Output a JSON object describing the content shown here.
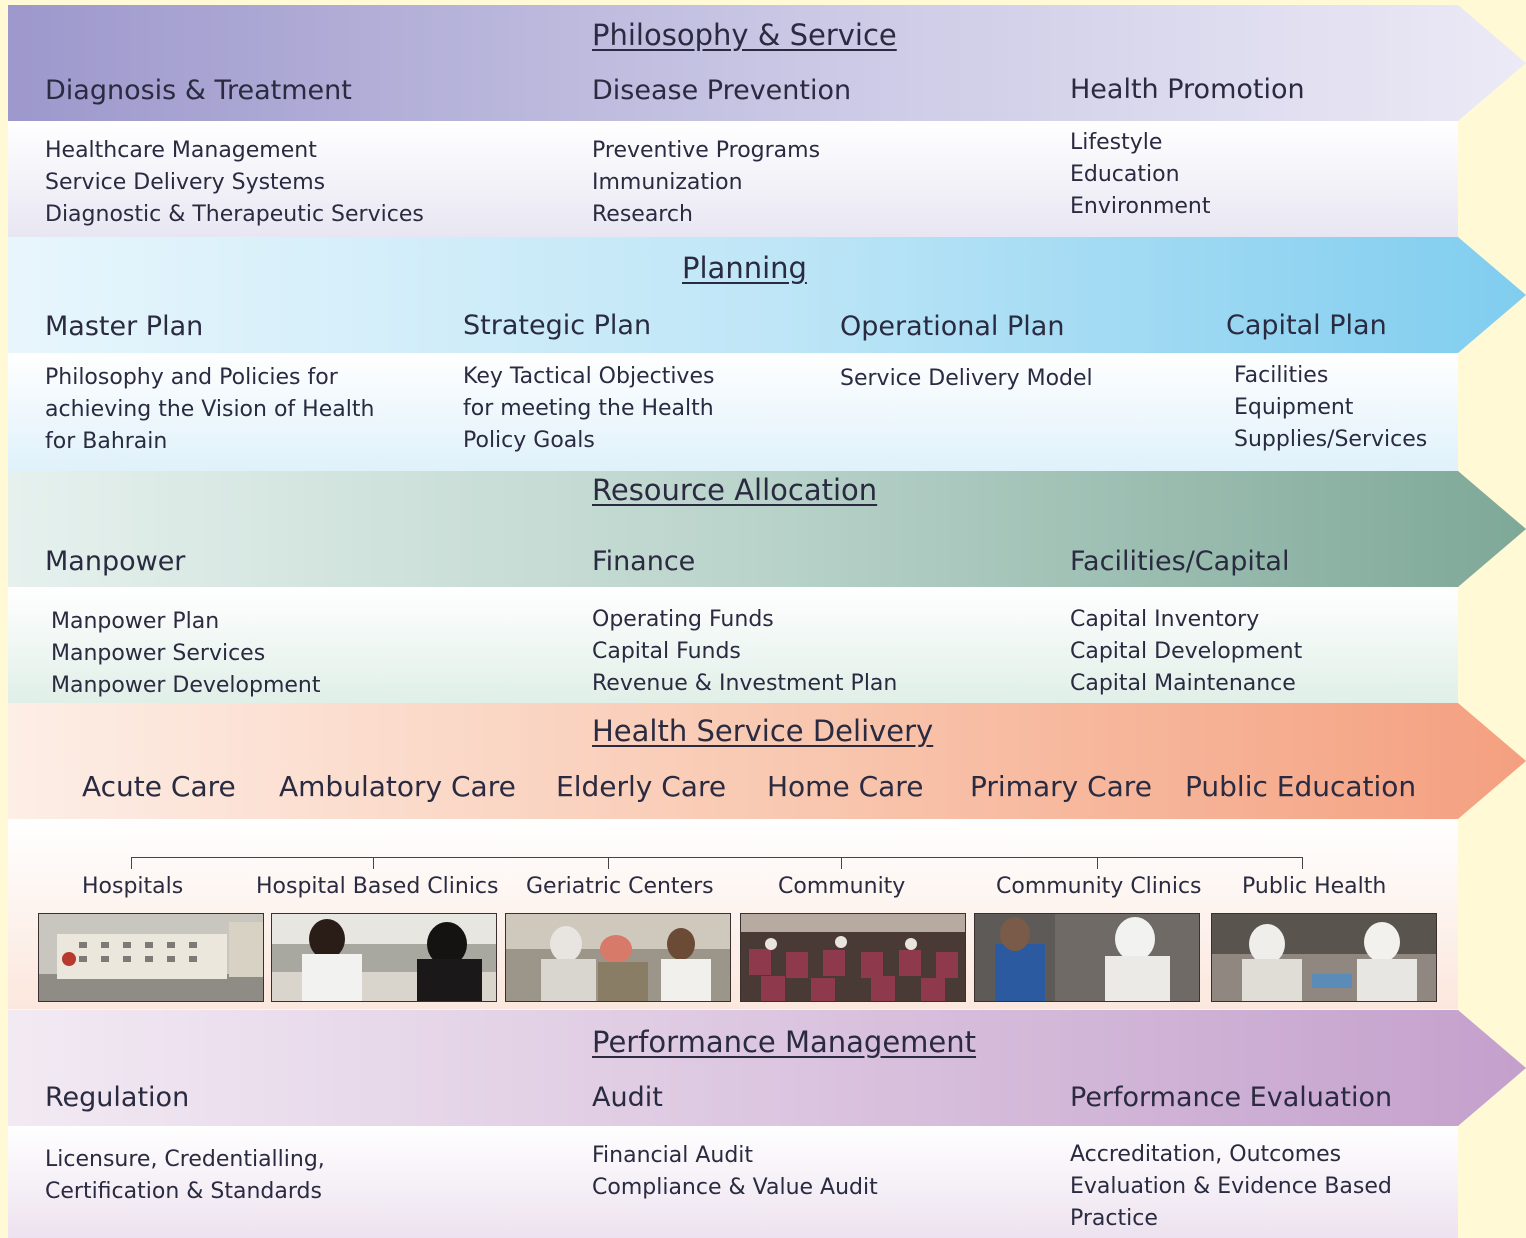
{
  "sections": {
    "philosophy": {
      "title": "Philosophy & Service",
      "columns": [
        {
          "heading": "Diagnosis & Treatment",
          "items": [
            "Healthcare Management",
            "Service Delivery Systems",
            "Diagnostic & Therapeutic Services"
          ]
        },
        {
          "heading": "Disease Prevention",
          "items": [
            "Preventive Programs",
            "Immunization",
            "Research"
          ]
        },
        {
          "heading": "Health Promotion",
          "items": [
            "Lifestyle",
            "Education",
            "Environment"
          ]
        }
      ]
    },
    "planning": {
      "title": "Planning",
      "columns": [
        {
          "heading": "Master Plan",
          "items": [
            "Philosophy and Policies for",
            "achieving the Vision of Health",
            "for Bahrain"
          ]
        },
        {
          "heading": "Strategic Plan",
          "items": [
            "Key Tactical Objectives",
            "for meeting the Health",
            "Policy Goals"
          ]
        },
        {
          "heading": "Operational Plan",
          "items": [
            "Service Delivery Model"
          ]
        },
        {
          "heading": "Capital Plan",
          "items": [
            "Facilities",
            "Equipment",
            "Supplies/Services"
          ]
        }
      ]
    },
    "resource": {
      "title": "Resource Allocation",
      "columns": [
        {
          "heading": "Manpower",
          "items": [
            "Manpower Plan",
            "Manpower Services",
            "Manpower Development"
          ]
        },
        {
          "heading": "Finance",
          "items": [
            "Operating Funds",
            "Capital Funds",
            "Revenue & Investment Plan"
          ]
        },
        {
          "heading": "Facilities/Capital",
          "items": [
            "Capital Inventory",
            "Capital Development",
            "Capital Maintenance"
          ]
        }
      ]
    },
    "delivery": {
      "title": "Health Service Delivery",
      "care_types": [
        "Acute Care",
        "Ambulatory Care",
        "Elderly Care",
        "Home Care",
        "Primary Care",
        "Public Education"
      ],
      "units": [
        "Hospitals",
        "Hospital Based Clinics",
        "Geriatric Centers",
        "Community",
        "Community Clinics",
        "Public Health"
      ]
    },
    "performance": {
      "title": "Performance Management",
      "columns": [
        {
          "heading": "Regulation",
          "items": [
            "Licensure, Credentialling,",
            "Certification & Standards"
          ]
        },
        {
          "heading": "Audit",
          "items": [
            "Financial Audit",
            "Compliance & Value Audit"
          ]
        },
        {
          "heading": "Performance Evaluation",
          "items": [
            "Accreditation, Outcomes",
            "Evaluation & Evidence Based",
            "Practice"
          ]
        }
      ]
    }
  },
  "colors": {
    "page_bg": "#fff9d6",
    "philosophy": "#9d98cc",
    "planning": "#80cdef",
    "resource": "#7ea898",
    "delivery": "#f4a080",
    "performance": "#c4a0cc"
  }
}
